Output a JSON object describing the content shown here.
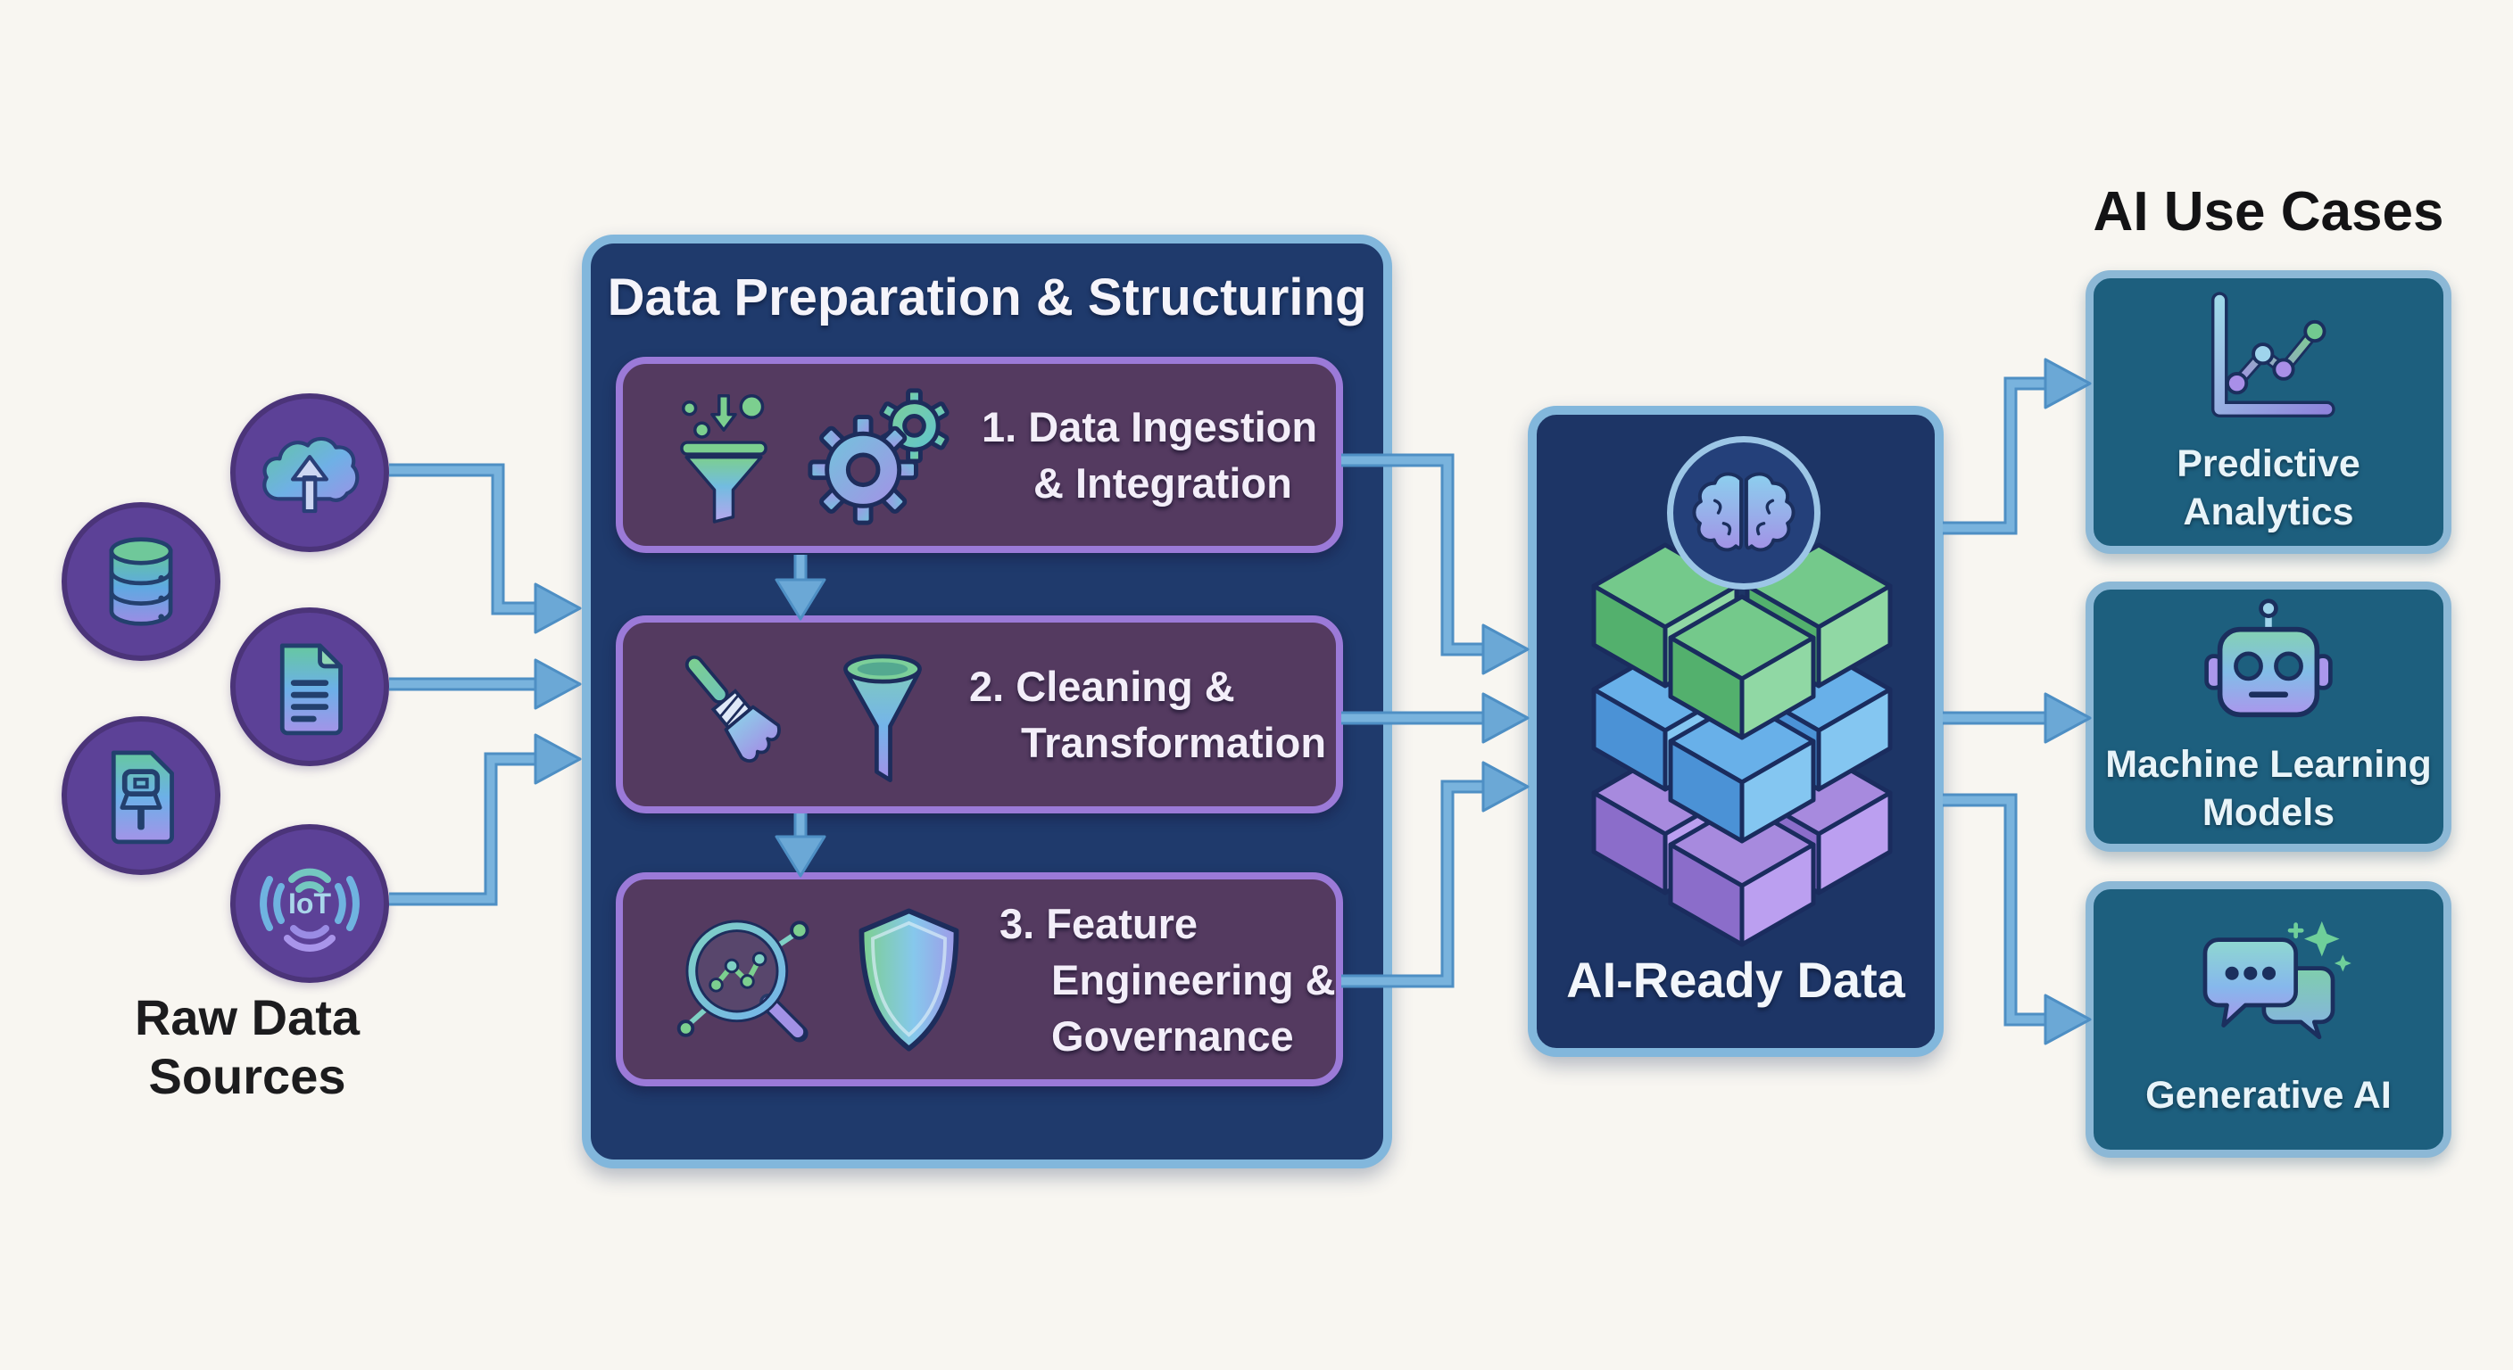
{
  "colors": {
    "background": "#f8f6f1",
    "navy_box": "#1f3a6c",
    "navy_box_border": "#82b7dc",
    "plum_step_box": "#543a60",
    "plum_step_border": "#9b7ad8",
    "teal_usecase_box": "#1d5f7e",
    "teal_usecase_border": "#8cb8d6",
    "source_circle": "#5c4197",
    "arrow_blue": "#64a3d2",
    "icon_green": "#7ccf8f",
    "icon_blue": "#74b4ea",
    "icon_purple": "#a291e6"
  },
  "raw_sources": {
    "label_lines": [
      "Raw Data",
      "Sources"
    ],
    "icons": [
      "cloud-upload-icon",
      "database-icon",
      "document-icon",
      "connector-file-icon",
      "iot-icon"
    ],
    "iot_text": "IoT"
  },
  "preparation": {
    "title": "Data Preparation & Structuring",
    "steps": [
      {
        "name": "data-ingestion-integration",
        "lines": [
          "1. Data Ingestion",
          "& Integration"
        ],
        "icons": [
          "ingest-funnel-icon",
          "gears-icon"
        ]
      },
      {
        "name": "cleaning-transformation",
        "lines": [
          "2. Cleaning &",
          "Transformation"
        ],
        "icons": [
          "brush-icon",
          "funnel-icon"
        ]
      },
      {
        "name": "feature-engineering-governance",
        "lines": [
          "3. Feature",
          "Engineering &",
          "Governance"
        ],
        "icons": [
          "scatter-magnifier-icon",
          "shield-icon"
        ]
      }
    ]
  },
  "ai_ready": {
    "label": "AI-Ready Data",
    "icons": [
      "brain-icon",
      "data-cubes-icon"
    ]
  },
  "use_cases": {
    "title": "AI Use Cases",
    "items": [
      {
        "label": "Predictive Analytics",
        "lines": [
          "Predictive",
          "Analytics"
        ],
        "icon": "line-chart-icon"
      },
      {
        "label": "Machine Learning Models",
        "lines": [
          "Machine Learning",
          "Models"
        ],
        "icon": "robot-icon"
      },
      {
        "label": "Generative AI",
        "lines": [
          "Generative AI"
        ],
        "icon": "chat-sparkles-icon"
      }
    ]
  }
}
